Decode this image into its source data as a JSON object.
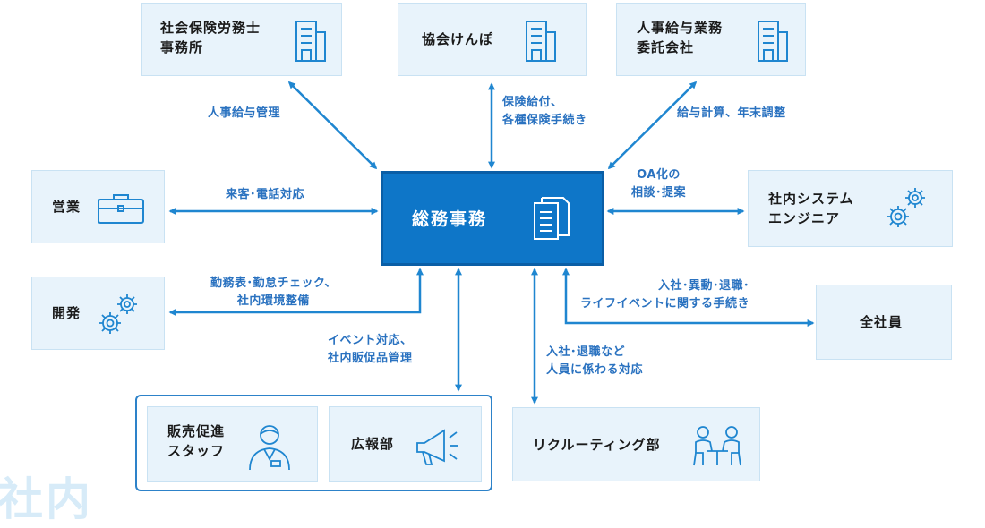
{
  "watermark": "社内",
  "center": {
    "label": "総務事務",
    "icon": "document-icon"
  },
  "nodes": {
    "sharoushi": {
      "label": "社会保険労務士\n事務所",
      "icon": "building-icon"
    },
    "kyokai": {
      "label": "協会けんぽ",
      "icon": "building-icon"
    },
    "itaku": {
      "label": "人事給与業務\n委託会社",
      "icon": "building-icon"
    },
    "eigyo": {
      "label": "営業",
      "icon": "briefcase-icon"
    },
    "kaihatsu": {
      "label": "開発",
      "icon": "gears-icon"
    },
    "se": {
      "label": "社内システム\nエンジニア",
      "icon": "gears-icon"
    },
    "zenshain": {
      "label": "全社員"
    },
    "hanbai": {
      "label": "販売促進\nスタッフ",
      "icon": "person-icon"
    },
    "kouhou": {
      "label": "広報部",
      "icon": "megaphone-icon"
    },
    "recruit": {
      "label": "リクルーティング部",
      "icon": "interview-icon"
    }
  },
  "edges": {
    "sharoushi": "人事給与管理",
    "kyokai": "保険給付、\n各種保険手続き",
    "itaku": "給与計算、年末調整",
    "eigyo": "来客･電話対応",
    "se": "OA化の\n相談･提案",
    "kaihatsu": "勤務表･勤怠チェック、\n社内環境整備",
    "zenshain": "入社･異動･退職･\nライフイベントに関する手続き",
    "group": "イベント対応、\n社内販促品管理",
    "recruit": "入社･退職など\n人員に係わる対応"
  },
  "colors": {
    "accent": "#0e76c8",
    "arrow": "#1f86d0",
    "box": "#e8f3fb"
  }
}
